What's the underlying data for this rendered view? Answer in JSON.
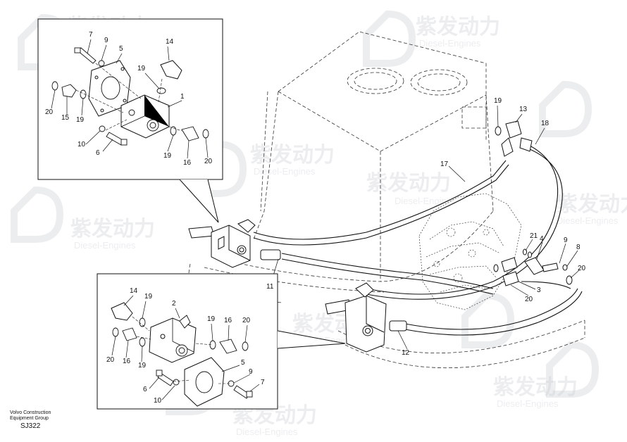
{
  "watermark": {
    "brand": "紫发动力",
    "sub": "Diesel-Engines"
  },
  "callouts_top_inset": [
    "7",
    "9",
    "5",
    "14",
    "19",
    "1",
    "20",
    "15",
    "19",
    "10",
    "6",
    "19",
    "16",
    "20"
  ],
  "callouts_main": [
    "19",
    "13",
    "18",
    "17",
    "11",
    "21",
    "4",
    "9",
    "8",
    "20",
    "3",
    "20",
    "12"
  ],
  "callouts_bottom_inset": [
    "14",
    "19",
    "2",
    "20",
    "16",
    "19",
    "19",
    "16",
    "20",
    "5",
    "9",
    "7",
    "6",
    "10"
  ],
  "footer": {
    "caption_line1": "Volvo Construction",
    "caption_line2": "Equipment Group",
    "code": "SJ322"
  }
}
